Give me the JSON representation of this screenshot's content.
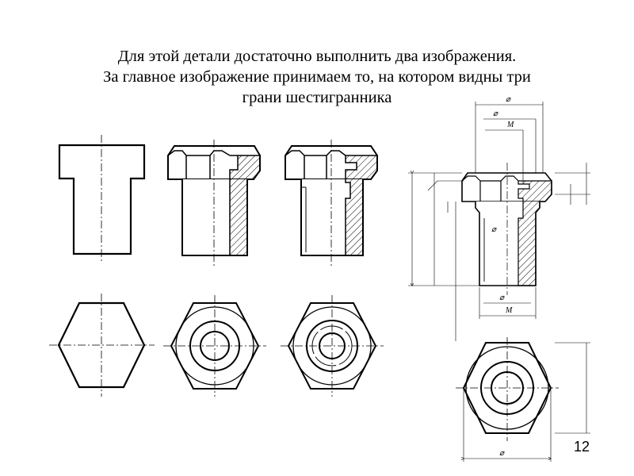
{
  "slide": {
    "title_lines": [
      "Для этой детали достаточно выполнить два изображения.",
      "За главное изображение принимаем то, на котором видны три",
      "грани шестигранника"
    ],
    "page_number": "12"
  },
  "dimensions": {
    "diameter": "⌀",
    "thread": "М"
  },
  "colors": {
    "line": "#000000",
    "background": "#ffffff"
  }
}
